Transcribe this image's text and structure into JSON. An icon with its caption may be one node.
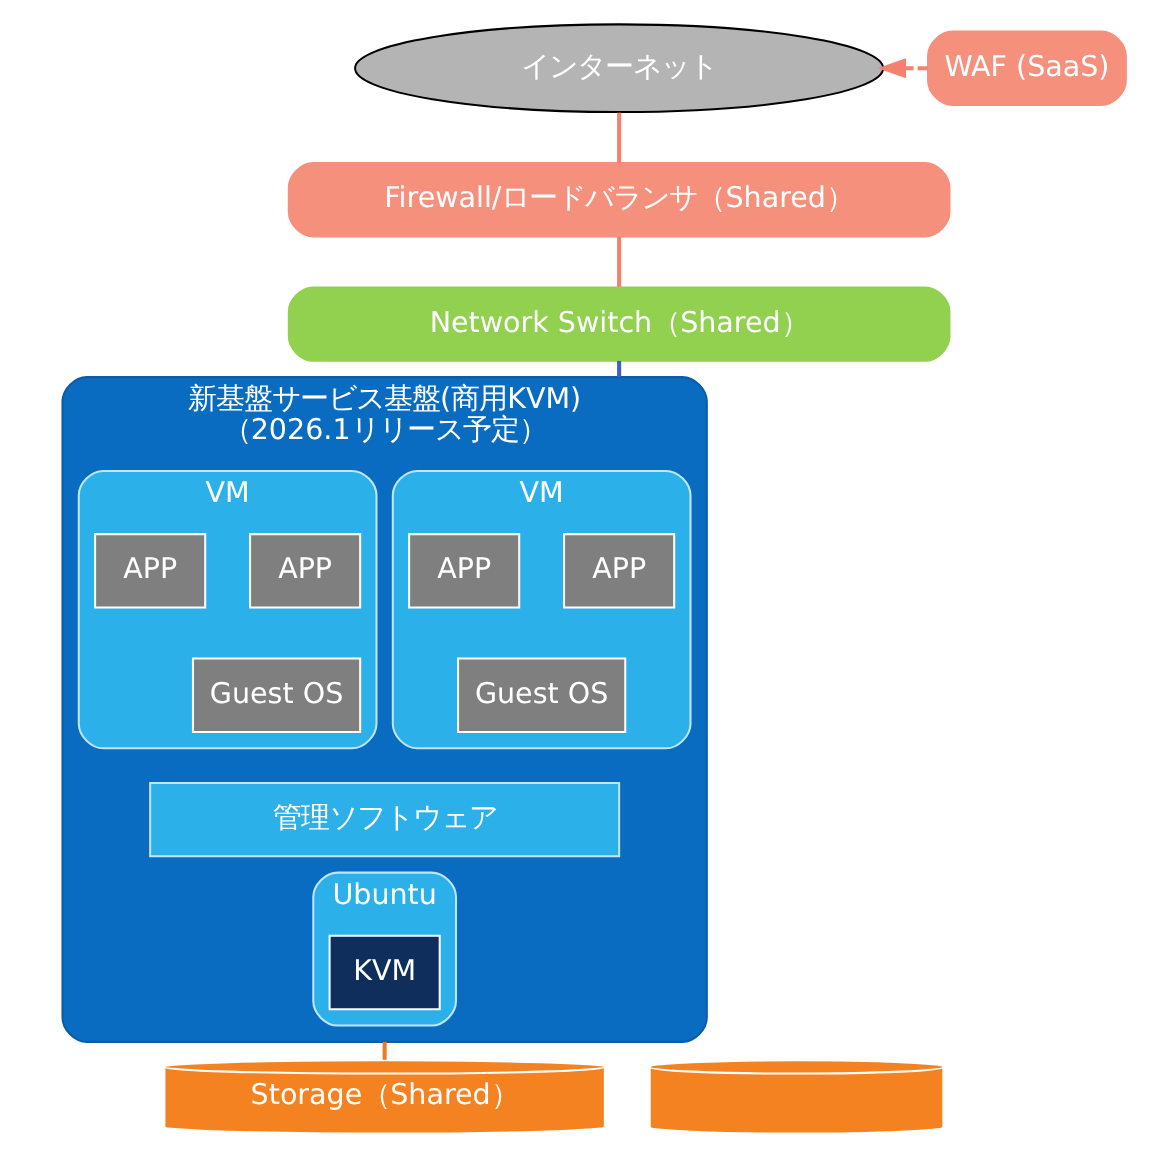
{
  "diagram": {
    "nodes": [
      {
        "text": [
          "インターネット"
        ]
      },
      {
        "text": [
          "WAF (SaaS)"
        ]
      },
      {
        "text": [
          "Firewall/ロードバランサ（Shared）"
        ]
      },
      {
        "text": [
          "Network Switch（Shared）"
        ]
      },
      {
        "text": [
          "新基盤サービス基盤(商用KVM)",
          "（2026.1リリース予定）"
        ]
      },
      {
        "text": [
          "VM"
        ],
        "in": 4
      },
      {
        "text": [
          "APP"
        ],
        "in": 5
      },
      {
        "text": [
          "APP"
        ],
        "in": 5
      },
      {
        "text": [
          "Guest OS"
        ],
        "in": 5
      },
      {
        "text": [
          "VM"
        ],
        "in": 4
      },
      {
        "text": [
          "APP"
        ],
        "in": 9
      },
      {
        "text": [
          "APP"
        ],
        "in": 9
      },
      {
        "text": [
          "Guest OS"
        ],
        "in": 9
      },
      {
        "text": [
          "管理ソフトウェア"
        ],
        "in": 4
      },
      {
        "text": [
          "Ubuntu"
        ],
        "in": 4
      },
      {
        "text": [
          "KVM"
        ],
        "in": 14
      },
      {
        "text": [
          "Storage（Shared）"
        ]
      },
      {
        "text": [],
        "shape": "cylinder"
      }
    ],
    "edges": [
      {
        "from": 1,
        "to": 0,
        "arrow": "to",
        "style": "dashed",
        "color": "#f4806e"
      },
      {
        "from": 0,
        "to": 2,
        "arrow": "none",
        "color": "#f4806e"
      },
      {
        "from": 2,
        "to": 3,
        "arrow": "none",
        "color": "#f4806e"
      },
      {
        "from": 3,
        "to": 4,
        "arrow": "none",
        "color": "#4060c0"
      },
      {
        "from": 4,
        "to": 16,
        "arrow": "none",
        "color": "#f07820"
      }
    ]
  }
}
